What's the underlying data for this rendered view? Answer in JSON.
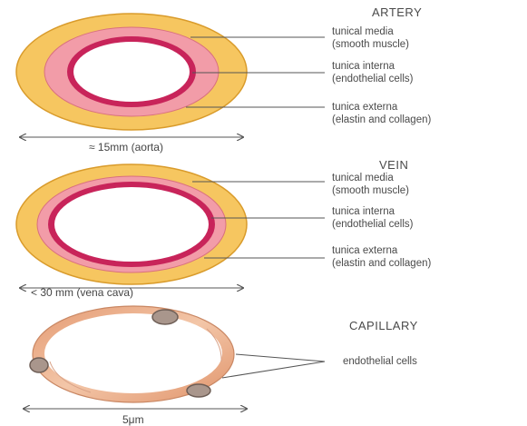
{
  "artery": {
    "title": "ARTERY",
    "media": [
      "tunical media",
      "(smooth muscle)"
    ],
    "interna": [
      "tunica interna",
      "(endothelial cells)"
    ],
    "externa": [
      "tunica externa",
      "(elastin and collagen)"
    ],
    "dimension": "≈ 15mm (aorta)"
  },
  "vein": {
    "title": "VEIN",
    "media": [
      "tunical media",
      "(smooth muscle)"
    ],
    "interna": [
      "tunica interna",
      "(endothelial cells)"
    ],
    "externa": [
      "tunica externa",
      "(elastin and collagen)"
    ],
    "dimension": "< 30 mm (vena cava)"
  },
  "capillary": {
    "title": "CAPILLARY",
    "cells": "endothelial cells",
    "dimension": "5μm"
  },
  "colors": {
    "externa": "#f5c55e",
    "externa_stroke": "#d99b2b",
    "media": "#f3a0aa",
    "interna": "#c8245a",
    "capillary": "#e9a47e"
  }
}
